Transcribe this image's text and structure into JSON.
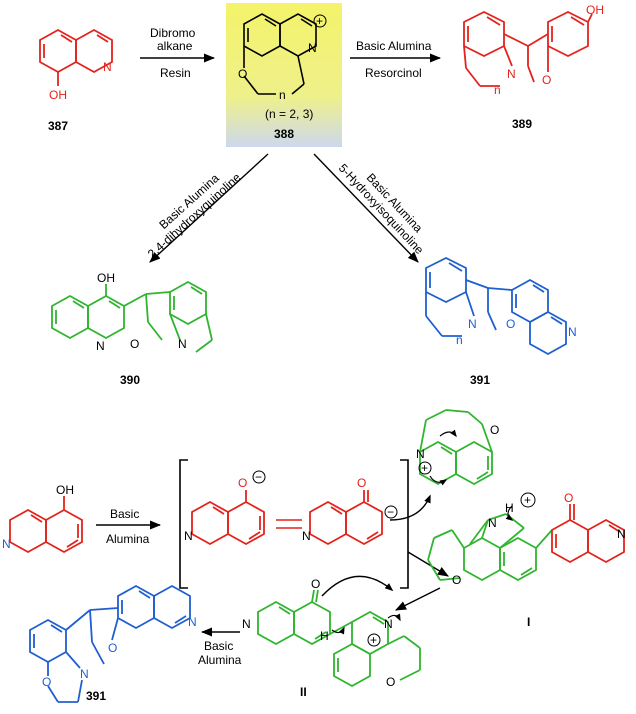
{
  "colors": {
    "red": "#e3241c",
    "blue": "#1f5fd1",
    "green": "#2fb52f",
    "black": "#000000",
    "highlight_top": "#f4f36a",
    "highlight_bottom": "#cdd8ee"
  },
  "compounds": {
    "c387": "387",
    "c388": "388",
    "c389": "389",
    "c390": "390",
    "c391_top": "391",
    "c391_bottom": "391",
    "cI": "I",
    "cII": "II"
  },
  "atoms": {
    "oh": "OH",
    "o": "O",
    "n": "N",
    "h": "H",
    "n_index": "n"
  },
  "conditions": {
    "dibromo_1": "Dibromo",
    "dibromo_2": "alkane",
    "resin": "Resin",
    "basic_alumina": "Basic Alumina",
    "resorcinol": "Resorcinol",
    "n_range": "(n = 2, 3)",
    "dihydroxyquinoline": "2,4-dihydroxyquinoline",
    "hydroxyisoquinoline": "5-Hydroxyisoquinoline",
    "basic": "Basic",
    "alumina": "Alumina"
  },
  "charges": {
    "plus": "+",
    "minus": "−"
  }
}
